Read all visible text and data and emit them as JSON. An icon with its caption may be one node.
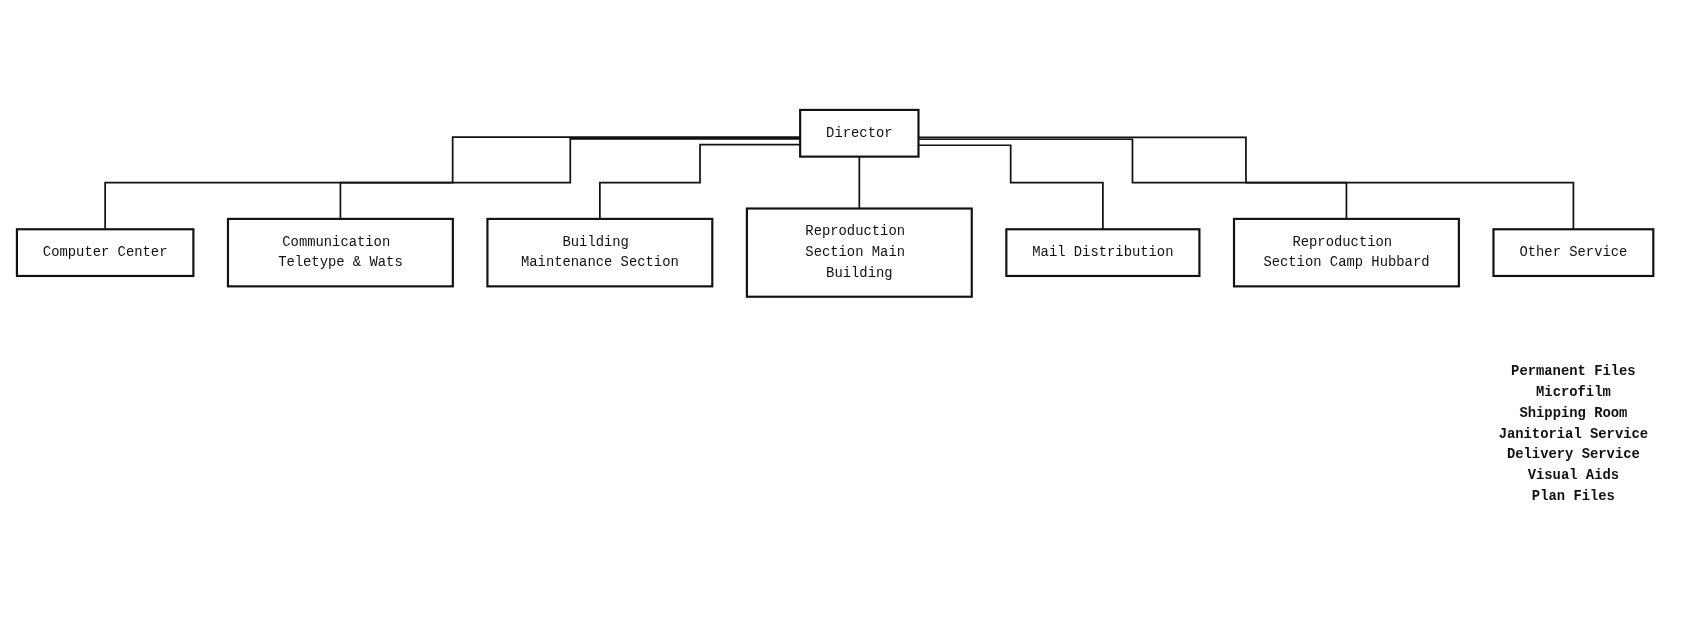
{
  "diagram": {
    "nodes": [
      {
        "text": [
          "Director"
        ]
      },
      {
        "text": [
          "Computer Center"
        ]
      },
      {
        "text": [
          "Communication Teletype & Wats"
        ]
      },
      {
        "text": [
          "Building Maintenance Section"
        ]
      },
      {
        "text": [
          "Reproduction Section Main Building"
        ]
      },
      {
        "text": [
          "Mail Distribution"
        ]
      },
      {
        "text": [
          "Reproduction Section Camp Hubbard"
        ]
      },
      {
        "text": [
          "Other Service"
        ],
        "beside": [
          "Permanent Files",
          "Microfilm",
          "Shipping Room",
          "Janitorial Service",
          "Delivery Service",
          "Visual Aids",
          "Plan Files"
        ]
      }
    ],
    "edges": [
      {
        "from": 0,
        "to": 1,
        "arrow": "none"
      },
      {
        "from": 0,
        "to": 2,
        "arrow": "none"
      },
      {
        "from": 0,
        "to": 3,
        "arrow": "none"
      },
      {
        "from": 0,
        "to": 4,
        "arrow": "none"
      },
      {
        "from": 0,
        "to": 5,
        "arrow": "none"
      },
      {
        "from": 0,
        "to": 6,
        "arrow": "none"
      },
      {
        "from": 0,
        "to": 7,
        "arrow": "none"
      }
    ]
  }
}
